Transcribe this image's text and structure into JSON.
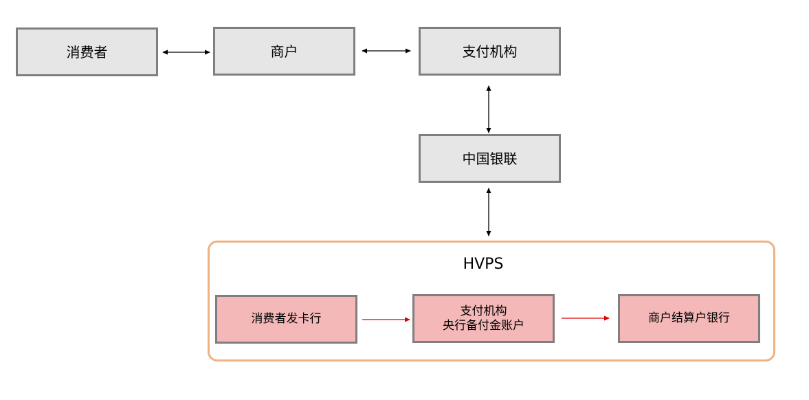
{
  "nodes": {
    "consumer": "消费者",
    "merchant": "商户",
    "payment_institution": "支付机构",
    "unionpay": "中国银联",
    "issuing_bank": "消费者发卡行",
    "reserve_account": "支付机构\n央行备付金账户",
    "settlement_bank": "商户结算户银行"
  },
  "group": {
    "title": "HVPS"
  },
  "colors": {
    "gray_fill": "#e6e6e6",
    "gray_border": "#7f7f7f",
    "pink_fill": "#f4b8b8",
    "group_border": "#f0b183",
    "arrow_black": "#000000",
    "arrow_red": "#e00000"
  }
}
